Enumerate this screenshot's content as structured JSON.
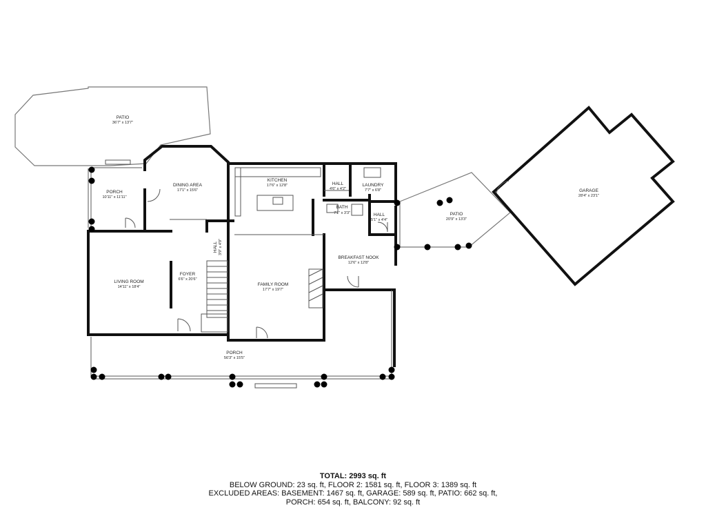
{
  "rooms": [
    {
      "id": "patio-north",
      "name": "PATIO",
      "dims": "36'7\" x 13'7\""
    },
    {
      "id": "porch-west",
      "name": "PORCH",
      "dims": "10'11\" x 11'11\""
    },
    {
      "id": "dining",
      "name": "DINING AREA",
      "dims": "17'1\" x 15'6\""
    },
    {
      "id": "kitchen",
      "name": "KITCHEN",
      "dims": "17'6\" x 12'8\""
    },
    {
      "id": "hall-1",
      "name": "HALL",
      "dims": "4'6\" x 4'2\""
    },
    {
      "id": "laundry",
      "name": "LAUNDRY",
      "dims": "7'7\" x 6'8\""
    },
    {
      "id": "bath",
      "name": "BATH",
      "dims": "7'1\" x 3'3\""
    },
    {
      "id": "hall-2",
      "name": "HALL",
      "dims": "5'1\" x 4'4\""
    },
    {
      "id": "patio-east",
      "name": "PATIO",
      "dims": "20'9\" x 13'3\""
    },
    {
      "id": "garage",
      "name": "GARAGE",
      "dims": "28'4\" x 23'1\""
    },
    {
      "id": "hall-3",
      "name": "HALL",
      "dims": "3'9\" x 4'9\""
    },
    {
      "id": "breakfast",
      "name": "BREAKFAST NOOK",
      "dims": "12'6\" x 12'8\""
    },
    {
      "id": "living",
      "name": "LIVING ROOM",
      "dims": "14'11\" x 18'4\""
    },
    {
      "id": "foyer",
      "name": "FOYER",
      "dims": "6'6\" x 20'6\""
    },
    {
      "id": "family",
      "name": "FAMILY ROOM",
      "dims": "17'7\" x 19'7\""
    },
    {
      "id": "porch-south",
      "name": "PORCH",
      "dims": "56'3\" x 15'5\""
    }
  ],
  "summary": {
    "total": "TOTAL: 2993 sq. ft",
    "line1": "BELOW GROUND: 23 sq. ft, FLOOR 2: 1581 sq. ft, FLOOR 3: 1389 sq. ft",
    "line2": "EXCLUDED AREAS: BASEMENT: 1467 sq. ft, GARAGE: 589 sq. ft, PATIO: 662 sq. ft,",
    "line3": "PORCH: 654 sq. ft, BALCONY: 92 sq. ft"
  }
}
